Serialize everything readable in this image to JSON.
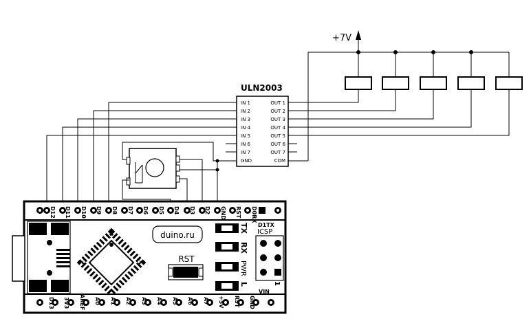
{
  "supply": {
    "label": "+7V"
  },
  "driver": {
    "name": "ULN2003",
    "inputs": [
      "IN 1",
      "IN 2",
      "IN 3",
      "IN 4",
      "IN 5",
      "IN 6",
      "IN 7",
      "GND"
    ],
    "outputs": [
      "OUT 1",
      "OUT 2",
      "OUT 3",
      "OUT 4",
      "OUT 5",
      "OUT 6",
      "OUT 7",
      "COM"
    ]
  },
  "board": {
    "site": "duino.ru",
    "reset_label": "RST",
    "top_pins": [
      "D12",
      "D11",
      "D10",
      "D9",
      "D8",
      "D7",
      "D6",
      "D5",
      "D4",
      "D3",
      "D2",
      "GND",
      "RST",
      "D0RX"
    ],
    "bottom_pins": [
      "D13",
      "3V3",
      "AREF",
      "A0",
      "A1",
      "A2",
      "A3",
      "A4",
      "A5",
      "A6",
      "A7",
      "+5V",
      "RST",
      "GND"
    ],
    "led_labels": [
      "TX",
      "RX",
      "PWR",
      "L"
    ],
    "icsp_label": "ICSP",
    "d1tx_label": "D1TX",
    "vin_label": "VIN",
    "icsp_pin1": "1"
  }
}
